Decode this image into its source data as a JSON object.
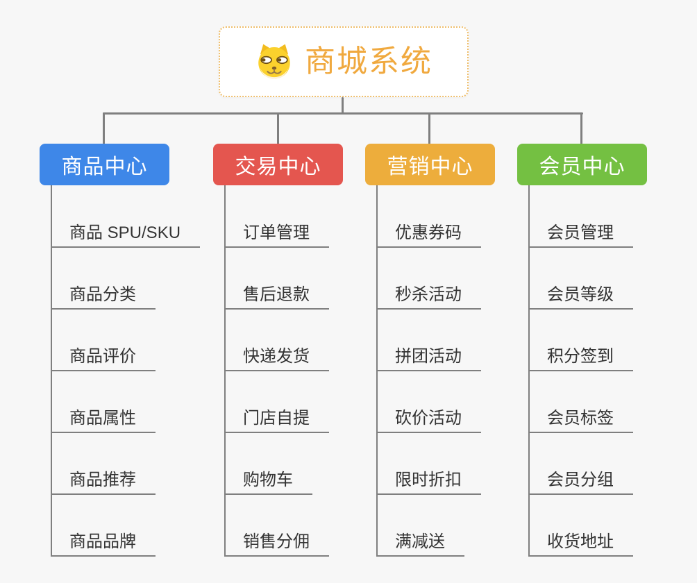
{
  "root": {
    "label": "商城系统",
    "icon": "doge-icon",
    "text_color": "#F0A93F",
    "border_color": "#EFBE6B"
  },
  "connector_color": "#7F7F7F",
  "branches": [
    {
      "label": "商品中心",
      "color": "#3E87E8",
      "items": [
        "商品 SPU/SKU",
        "商品分类",
        "商品评价",
        "商品属性",
        "商品推荐",
        "商品品牌"
      ]
    },
    {
      "label": "交易中心",
      "color": "#E4564F",
      "items": [
        "订单管理",
        "售后退款",
        "快递发货",
        "门店自提",
        "购物车",
        "销售分佣"
      ]
    },
    {
      "label": "营销中心",
      "color": "#EDAD3C",
      "items": [
        "优惠券码",
        "秒杀活动",
        "拼团活动",
        "砍价活动",
        "限时折扣",
        "满减送"
      ]
    },
    {
      "label": "会员中心",
      "color": "#74C042",
      "items": [
        "会员管理",
        "会员等级",
        "积分签到",
        "会员标签",
        "会员分组",
        "收货地址"
      ]
    }
  ]
}
